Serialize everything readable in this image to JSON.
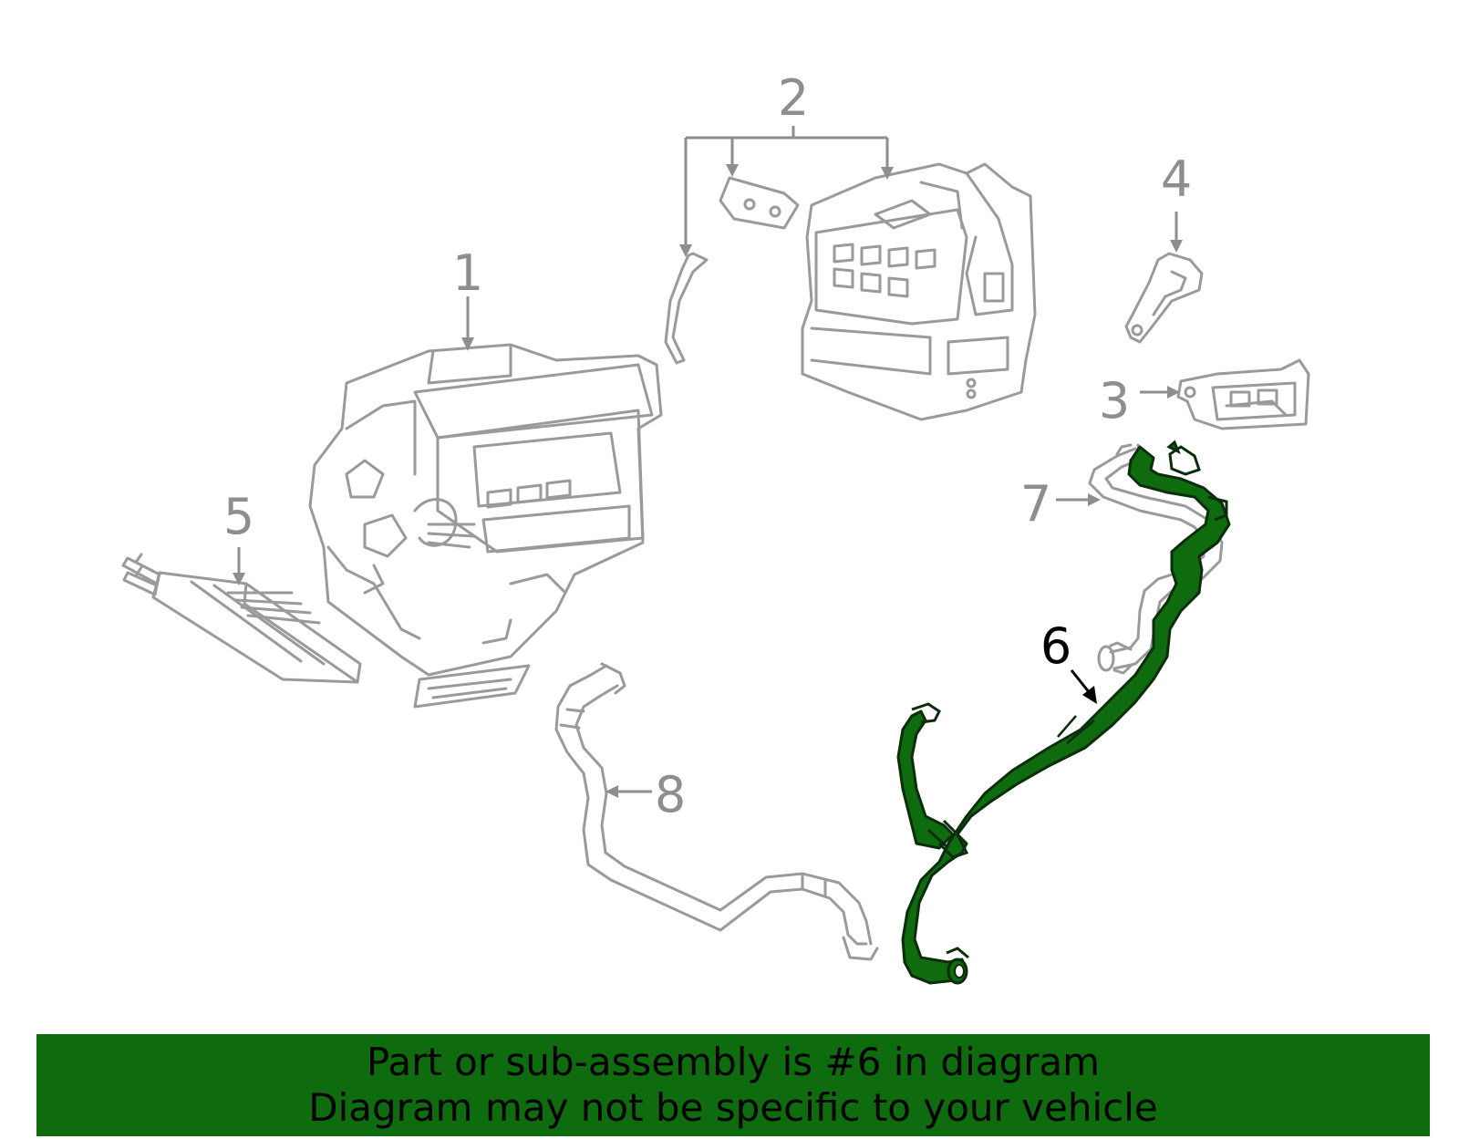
{
  "callouts": {
    "c1": "1",
    "c2": "2",
    "c3": "3",
    "c4": "4",
    "c5": "5",
    "c6": "6",
    "c7": "7",
    "c8": "8"
  },
  "highlighted_part": "6",
  "colors": {
    "highlight": "#0e6b0e",
    "banner_background": "#0e6b0e",
    "outline": "#9a9a9a"
  },
  "banner": {
    "line1": "Part or sub-assembly is #6 in diagram",
    "line2": "Diagram may not be specific to your vehicle"
  }
}
